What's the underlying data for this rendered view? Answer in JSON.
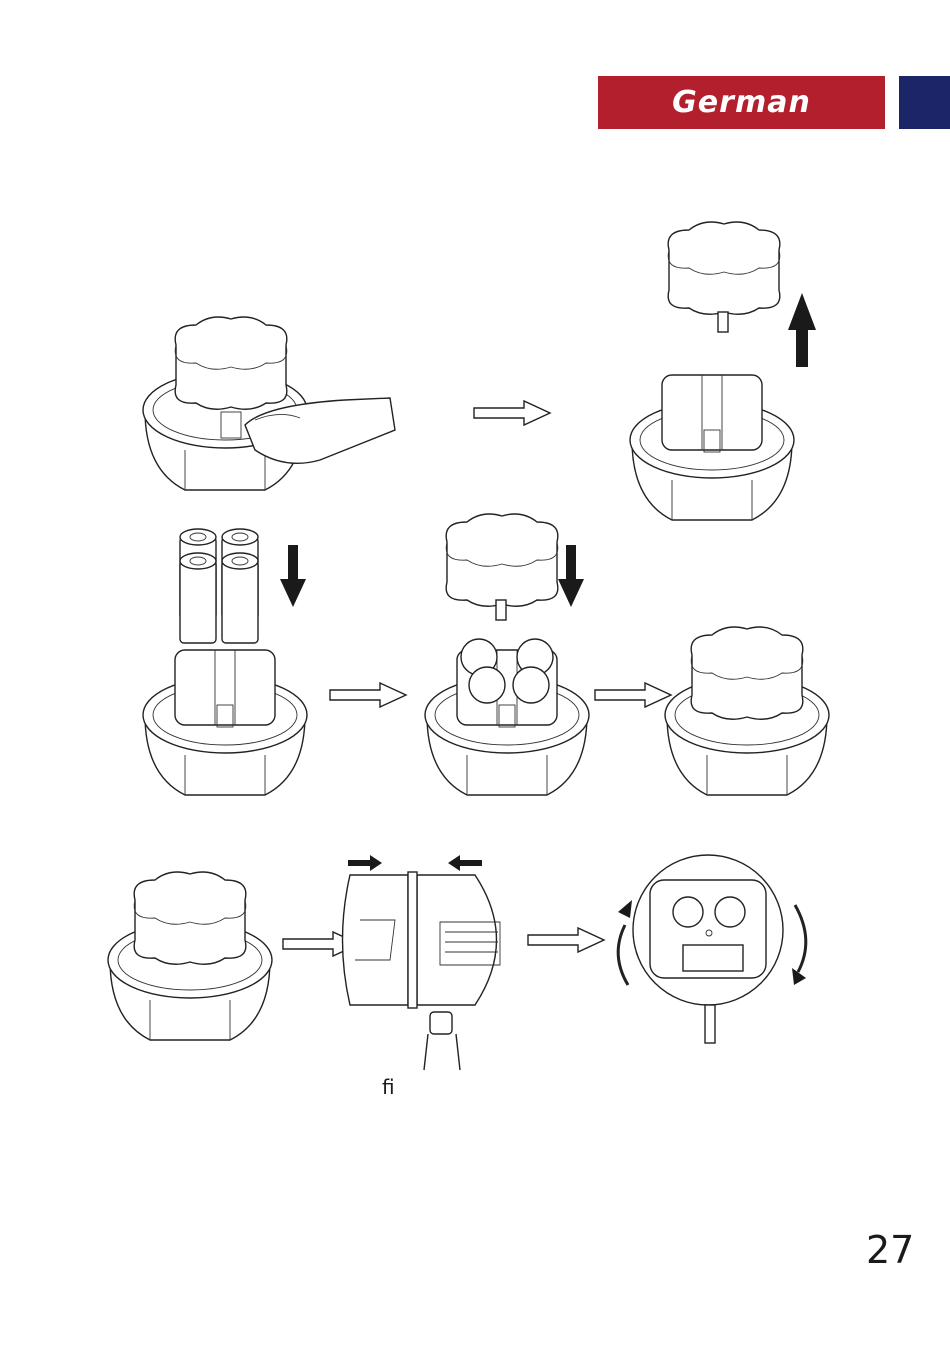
{
  "header": {
    "language_tab": "German",
    "language_tab_color": "#b31f2c",
    "side_tab_color": "#1b2567"
  },
  "illustrations": {
    "step1": "hand-press-release-icon",
    "step2": "lift-lid-icon",
    "step3": "insert-batteries-icon",
    "step4": "close-lid-icon",
    "step5": "closed-unit-icon",
    "step6": "mount-assembly-icon",
    "step7": "rotate-unit-icon"
  },
  "caption_glyph": "ﬁ",
  "page_number": "27"
}
